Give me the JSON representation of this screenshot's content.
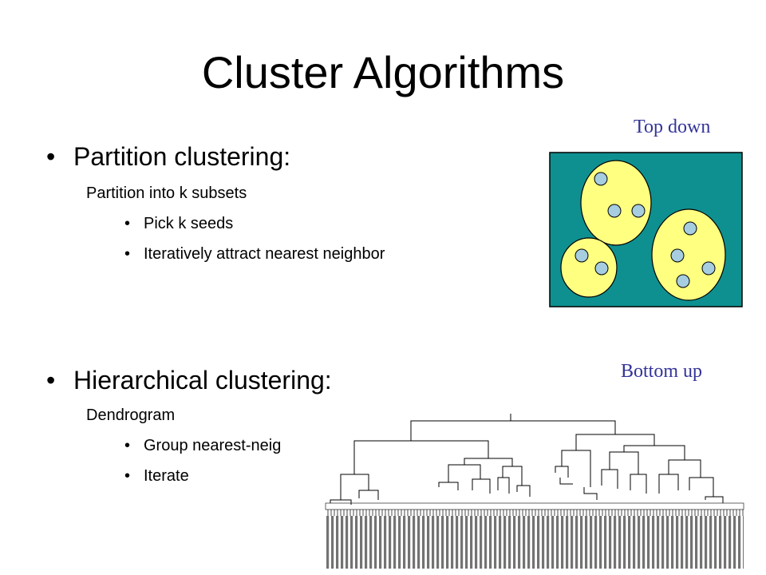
{
  "slide": {
    "title": "Cluster Algorithms",
    "bullet": "•",
    "section1": {
      "heading": "Partition clustering:",
      "sub": "Partition into k subsets",
      "items": [
        "Pick k seeds",
        "Iteratively attract nearest neighbor"
      ]
    },
    "section2": {
      "heading": "Hierarchical clustering:",
      "sub": "Dendrogram",
      "items": [
        "Group nearest-neig",
        "Iterate"
      ]
    },
    "figure_labels": {
      "top": "Top down",
      "bottom": "Bottom up"
    },
    "colors": {
      "panel": "#0f9090",
      "cluster": "#ffff80",
      "point": "#a6cde0",
      "label": "#33339a"
    }
  }
}
